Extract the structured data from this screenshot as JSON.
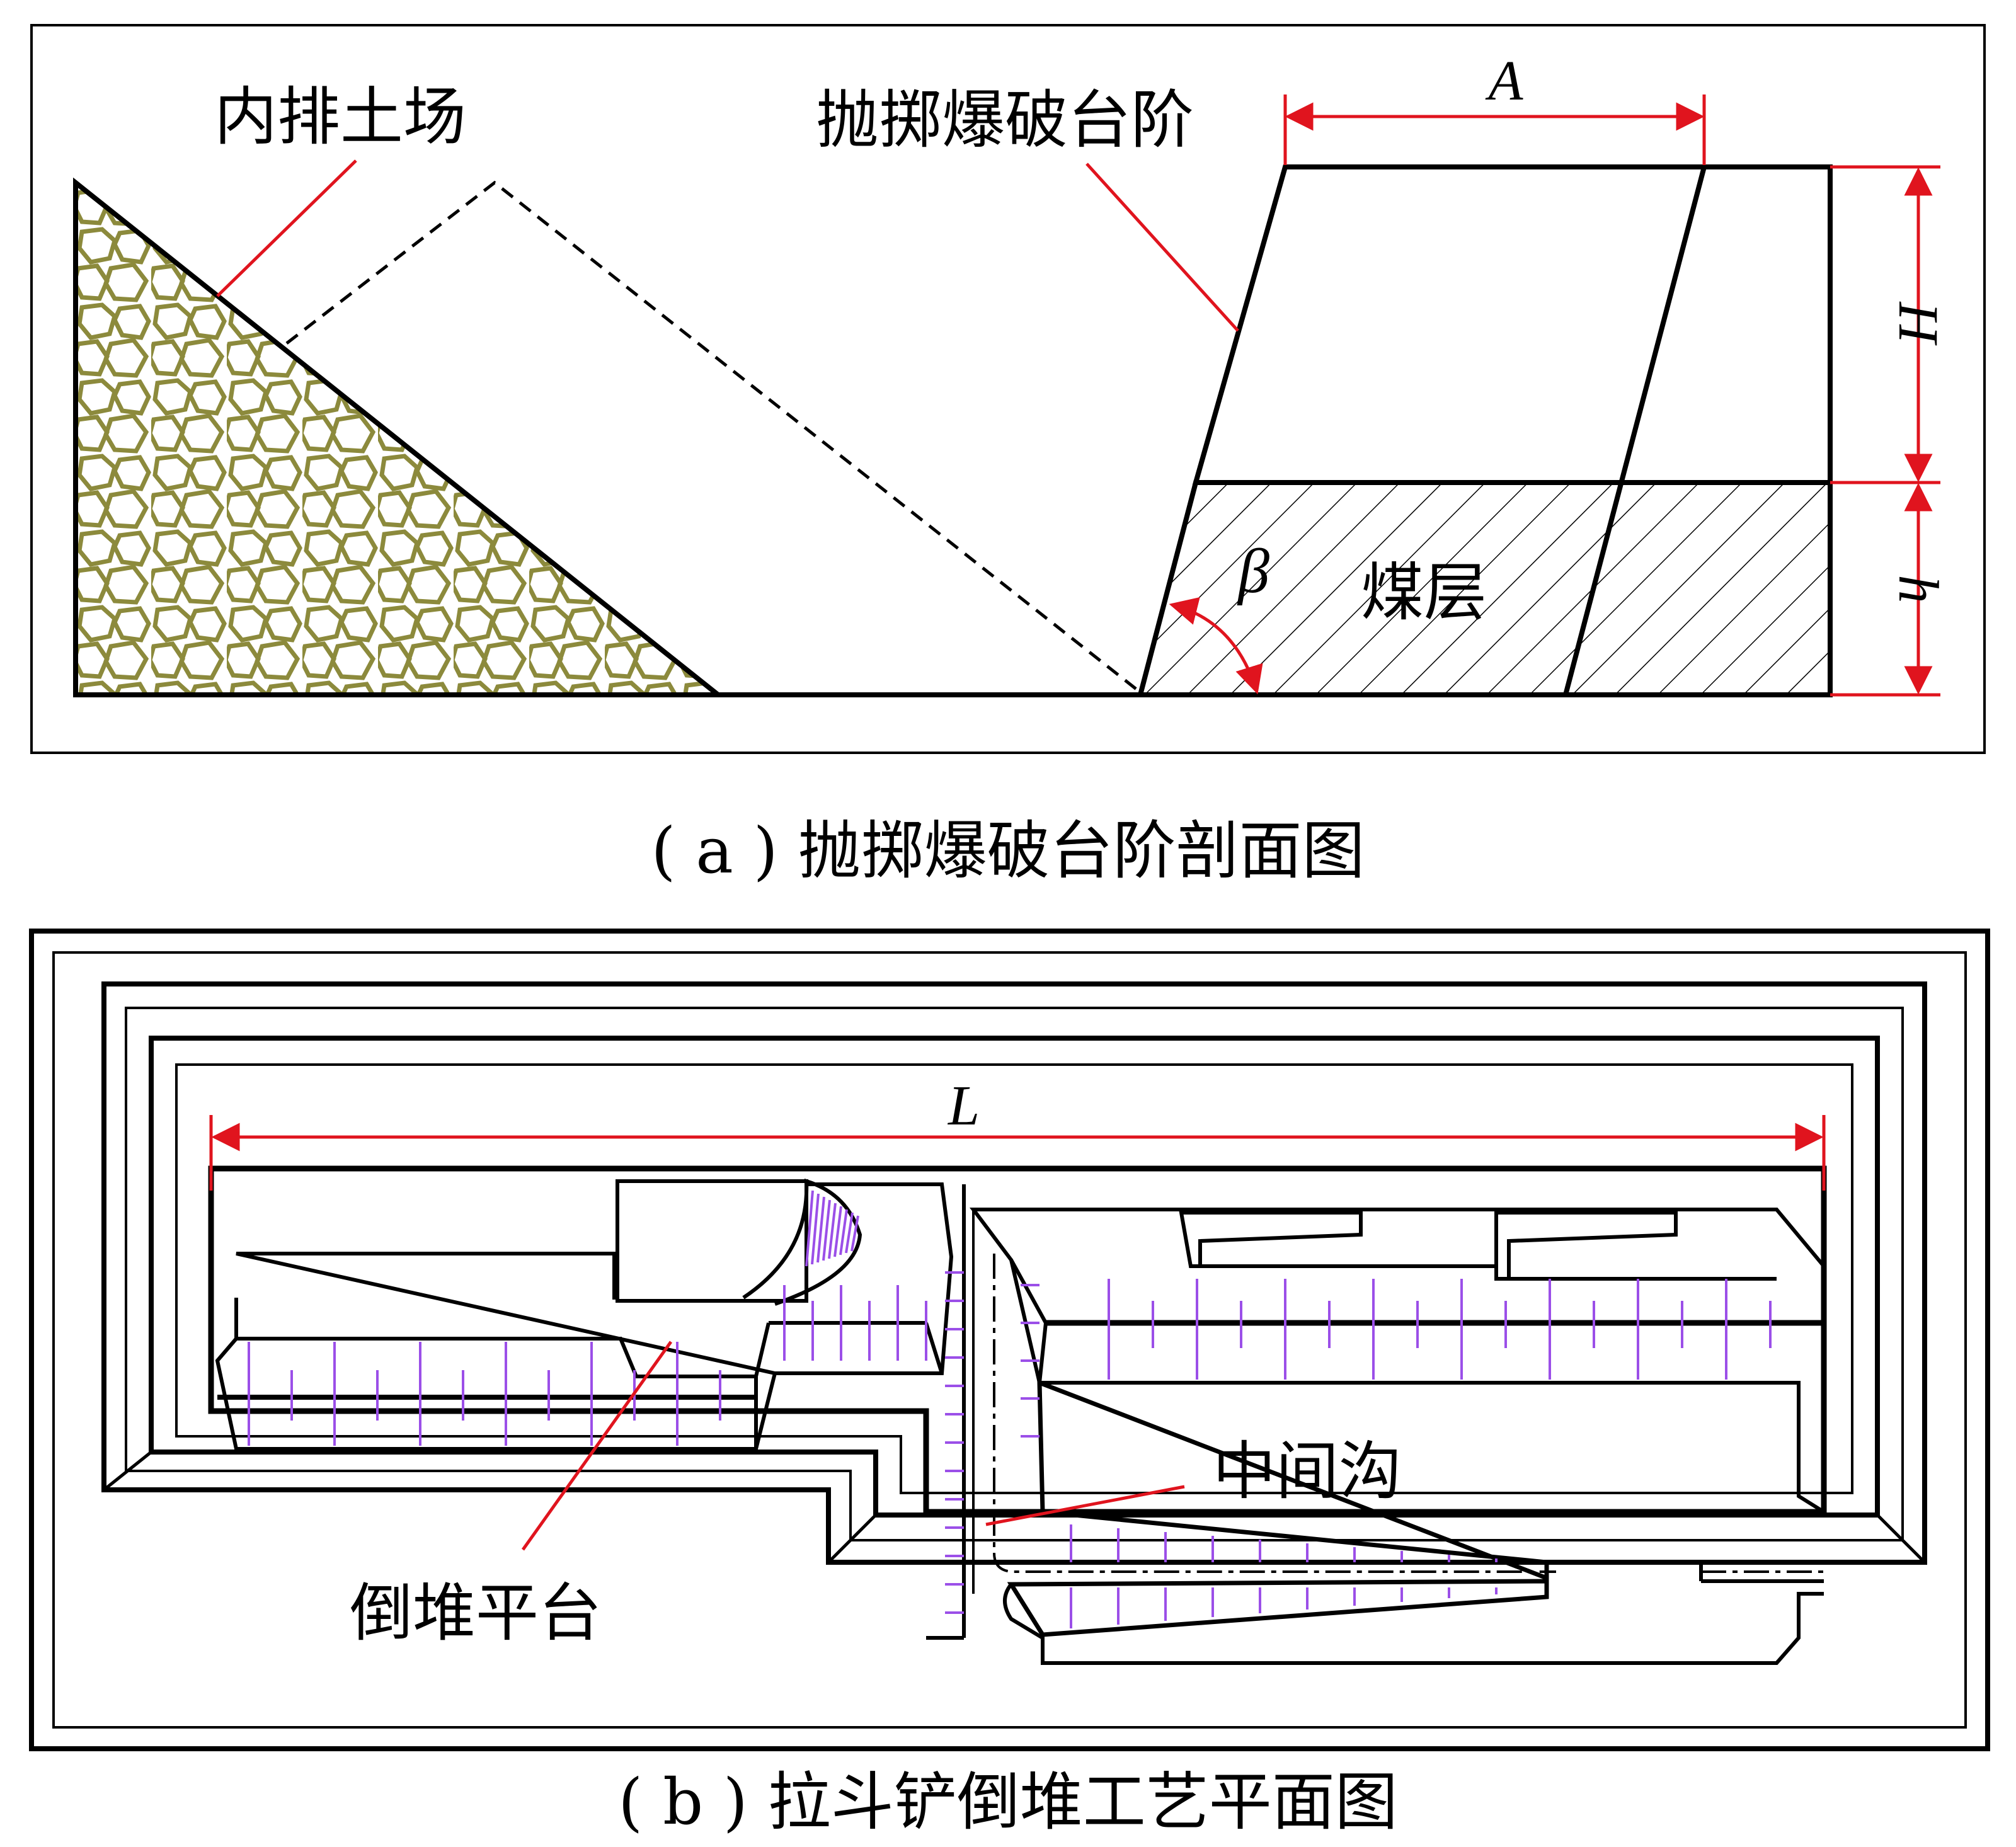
{
  "panel_a": {
    "caption": "( a ) 抛掷爆破台阶剖面图",
    "labels": {
      "dump": "内排土场",
      "bench": "抛掷爆破台阶",
      "seam": "煤层",
      "width": "A",
      "height": "H",
      "seam_thickness": "h",
      "angle": "β"
    }
  },
  "panel_b": {
    "caption": "( b ) 拉斗铲倒堆工艺平面图",
    "labels": {
      "length": "L",
      "middle_trench": "中间沟",
      "platform": "倒堆平台"
    }
  },
  "colors": {
    "dimension_red": "#e0141e",
    "rock_olive": "#8c8a3c",
    "marker_purple": "#9b4fe8"
  }
}
